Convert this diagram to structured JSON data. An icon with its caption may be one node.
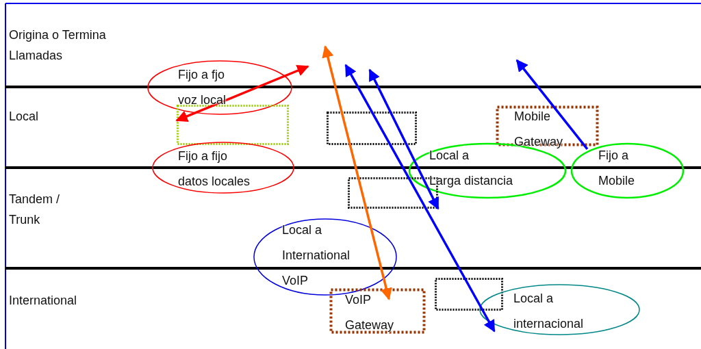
{
  "diagram": {
    "nodes": [
      {
        "text": [
          "Fijo a fjo voz local"
        ]
      },
      {
        "text": [],
        "shape": "box"
      },
      {
        "text": [
          "Fijo a fijo datos locales"
        ]
      },
      {
        "text": [],
        "shape": "box"
      },
      {
        "text": [
          "Mobile Gateway"
        ]
      },
      {
        "text": [
          "Local a Larga distancia"
        ]
      },
      {
        "text": [
          "Fijo a Mobile"
        ]
      },
      {
        "text": [],
        "shape": "box"
      },
      {
        "text": [
          "Local a International VoIP"
        ]
      },
      {
        "text": [],
        "shape": "box"
      },
      {
        "text": [
          "VoIP Gateway"
        ]
      },
      {
        "text": [
          "Local a internacional"
        ]
      }
    ],
    "edges": [
      {
        "from": 1,
        "to": null,
        "arrow": "both",
        "color": "#ff0000"
      },
      {
        "from": null,
        "to": 10,
        "arrow": "both",
        "color": "#ff6600"
      },
      {
        "from": null,
        "to": 11,
        "arrow": "both"
      },
      {
        "from": null,
        "to": 7,
        "arrow": "both"
      },
      {
        "from": 6,
        "to": null,
        "arrow": "to"
      }
    ],
    "labels": [
      "Origina o Termina Llamadas",
      "Local",
      "Tandem / Trunk",
      "International"
    ]
  }
}
